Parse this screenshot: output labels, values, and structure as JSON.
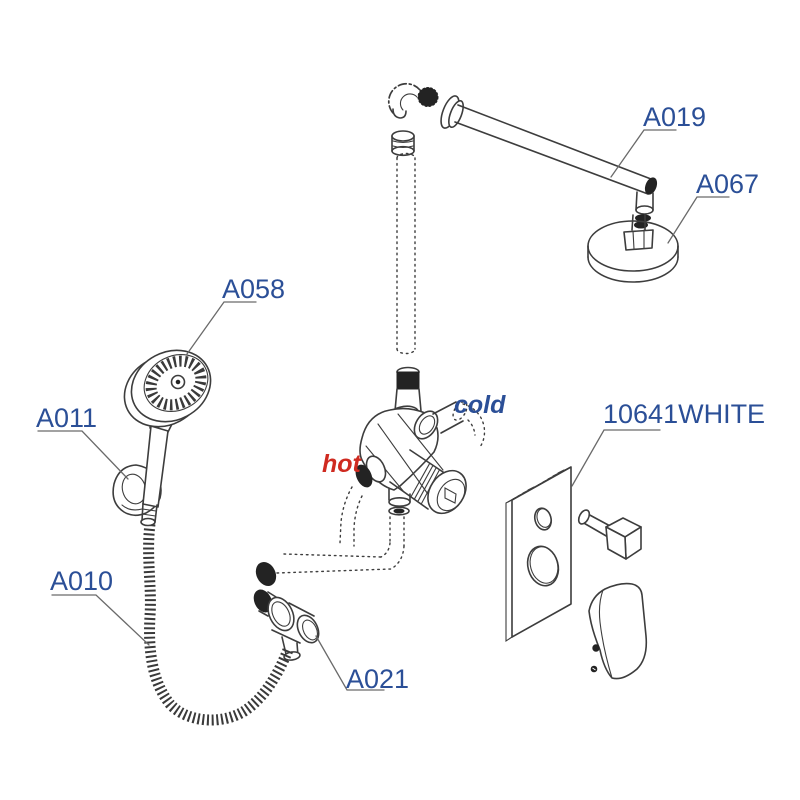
{
  "diagram": {
    "type": "exploded-parts-diagram",
    "subject": "concealed shower mixer set with overhead and hand shower",
    "background": "#ffffff",
    "colors": {
      "part_label": "#2b4f97",
      "hot_label": "#cf2a20",
      "cold_label": "#2b4f97",
      "drawing_line": "#3d3d3d",
      "leader_line": "#6a6a6a"
    },
    "parts": [
      {
        "code": "A019",
        "name": "wall shower arm"
      },
      {
        "code": "A067",
        "name": "overhead shower head"
      },
      {
        "code": "A058",
        "name": "hand shower"
      },
      {
        "code": "A011",
        "name": "hand shower wall holder"
      },
      {
        "code": "A010",
        "name": "flexible shower hose"
      },
      {
        "code": "A021",
        "name": "hose outlet elbow"
      },
      {
        "code": "10641WHITE",
        "name": "concealed mixer trim plate with handles"
      }
    ],
    "labels": {
      "arm": "A019",
      "head": "A067",
      "hand_shower": "A058",
      "holder": "A011",
      "hose": "A010",
      "outlet": "A021",
      "plate": "10641WHITE",
      "hot": "hot",
      "cold": "cold"
    }
  }
}
